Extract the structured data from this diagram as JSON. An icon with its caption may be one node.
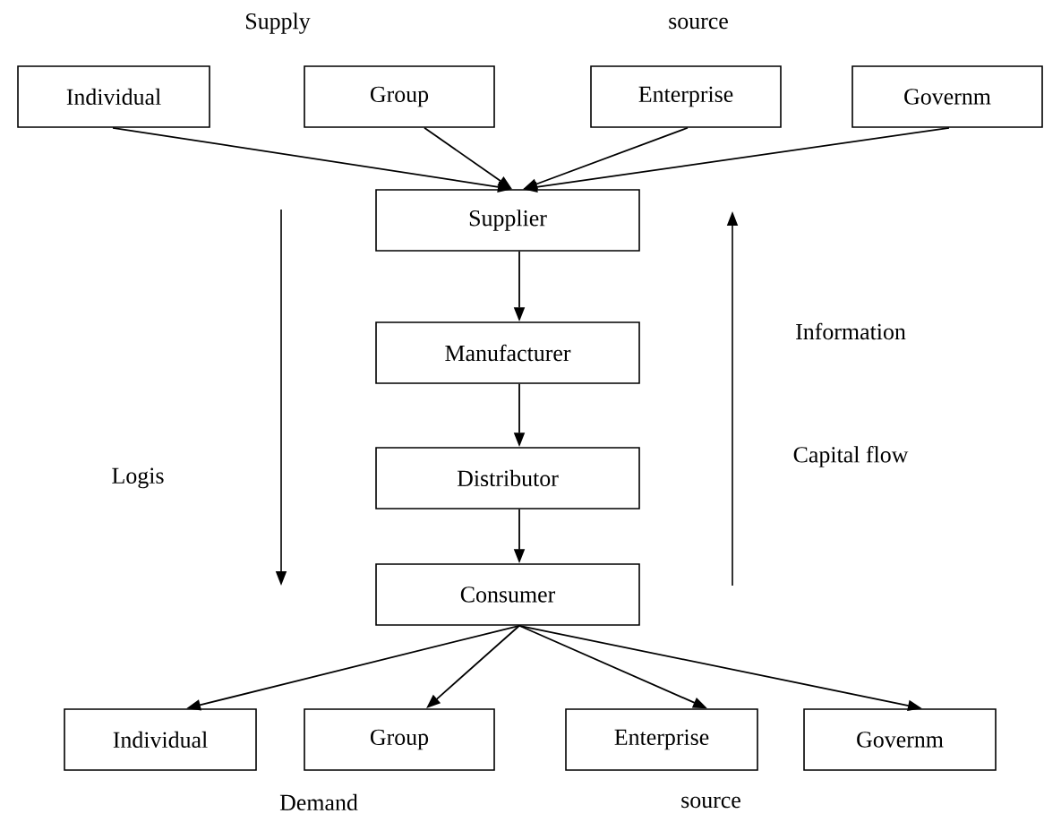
{
  "diagram": {
    "nodes": [
      {
        "text": [
          "Individual"
        ]
      },
      {
        "text": [
          "Group"
        ]
      },
      {
        "text": [
          "Enterprise"
        ]
      },
      {
        "text": [
          "Governm"
        ]
      },
      {
        "text": [
          "Supplier"
        ]
      },
      {
        "text": [
          "Manufacturer"
        ]
      },
      {
        "text": [
          "Distributor"
        ]
      },
      {
        "text": [
          "Consumer"
        ]
      },
      {
        "text": [
          "Individual"
        ]
      },
      {
        "text": [
          "Group"
        ]
      },
      {
        "text": [
          "Enterprise"
        ]
      },
      {
        "text": [
          "Governm"
        ]
      }
    ],
    "edges": [
      {
        "from": 0,
        "to": 4,
        "arrow": "to"
      },
      {
        "from": 1,
        "to": 4,
        "arrow": "to"
      },
      {
        "from": 2,
        "to": 4,
        "arrow": "to"
      },
      {
        "from": 3,
        "to": 4,
        "arrow": "to"
      },
      {
        "from": 4,
        "to": 5,
        "arrow": "to"
      },
      {
        "from": 5,
        "to": 6,
        "arrow": "to"
      },
      {
        "from": 6,
        "to": 7,
        "arrow": "to"
      },
      {
        "from": 7,
        "to": 8,
        "arrow": "to"
      },
      {
        "from": 7,
        "to": 9,
        "arrow": "to"
      },
      {
        "from": 7,
        "to": 10,
        "arrow": "to"
      },
      {
        "from": 7,
        "to": 11,
        "arrow": "to"
      }
    ],
    "labels": [
      "Supply",
      "source",
      "Logis",
      "Information",
      "Capital flow",
      "Demand",
      "source"
    ]
  }
}
